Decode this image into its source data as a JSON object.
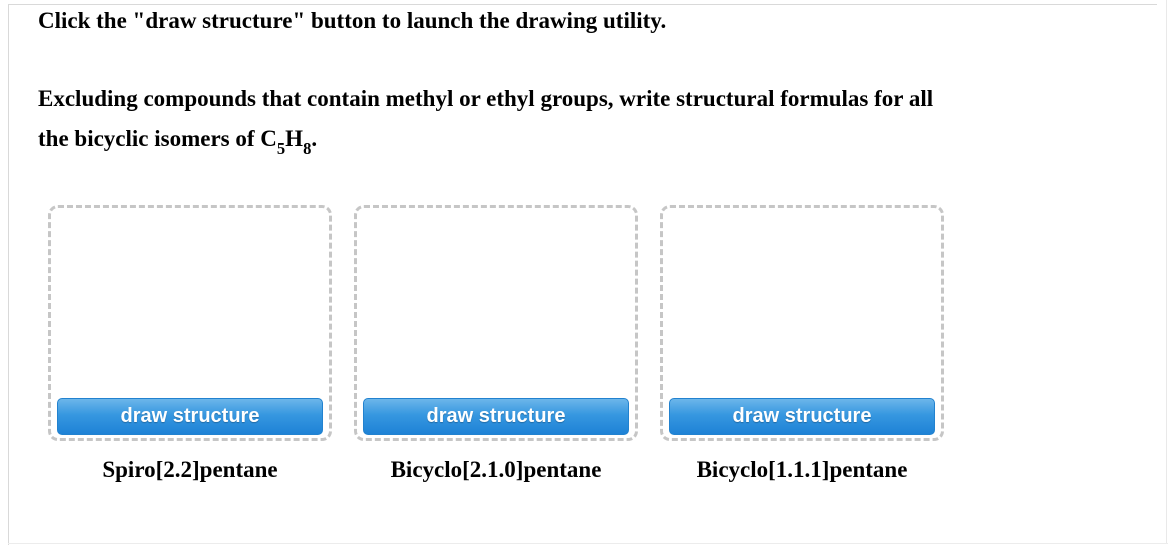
{
  "instruction": "Click the \"draw structure\" button to launch the drawing utility.",
  "question": {
    "line1": "Excluding compounds that contain methyl or ethyl groups, write structural formulas for all",
    "line2_pre": "the bicyclic isomers of C",
    "sub1": "5",
    "mid": "H",
    "sub2": "8",
    "end": "."
  },
  "boxes": [
    {
      "button_label": "draw structure",
      "compound_label": "Spiro[2.2]pentane"
    },
    {
      "button_label": "draw structure",
      "compound_label": "Bicyclo[2.1.0]pentane"
    },
    {
      "button_label": "draw structure",
      "compound_label": "Bicyclo[1.1.1]pentane"
    }
  ],
  "colors": {
    "button_gradient_top": "#6cb6ea",
    "button_gradient_bottom": "#1e82d6",
    "button_text": "#ffffff",
    "dashed_border": "#c6c6c6",
    "frame_border": "#d9d9d9",
    "body_text": "#000000"
  }
}
